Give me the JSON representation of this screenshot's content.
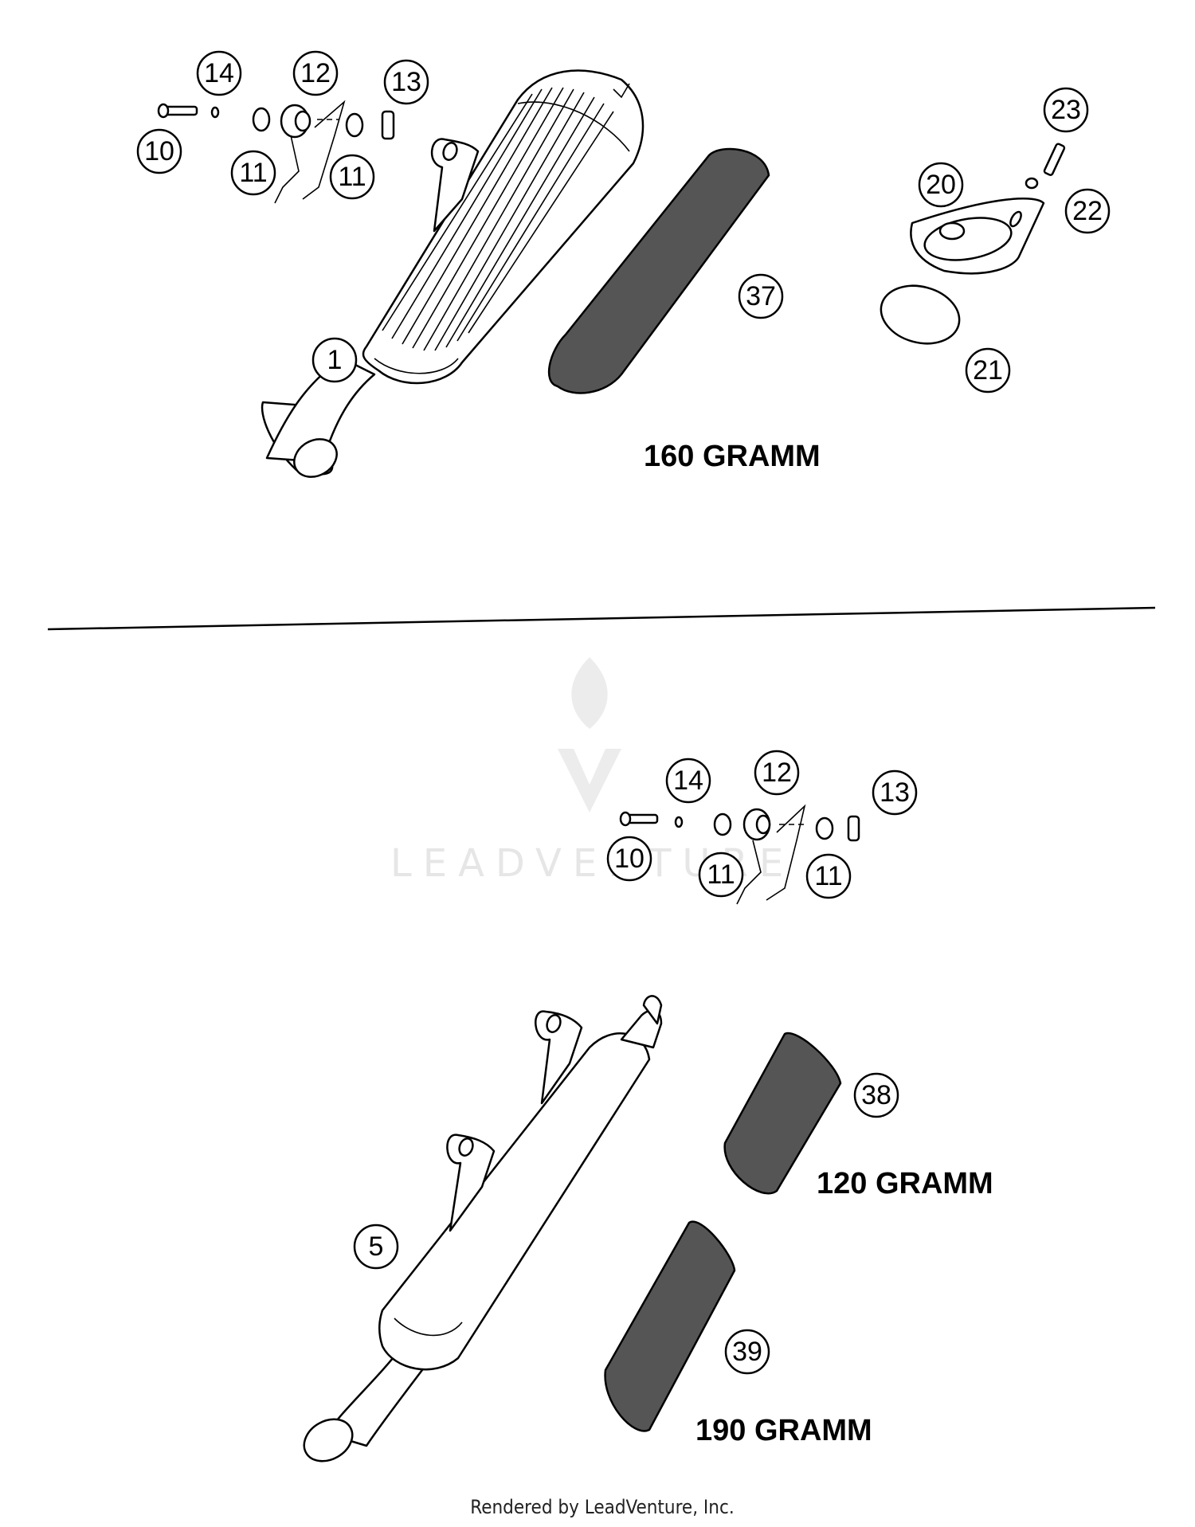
{
  "callouts": {
    "top_14": "14",
    "top_12": "12",
    "top_13": "13",
    "top_10": "10",
    "top_11a": "11",
    "top_11b": "11",
    "top_1": "1",
    "top_37": "37",
    "top_20": "20",
    "top_21": "21",
    "top_22": "22",
    "top_23": "23",
    "bot_14": "14",
    "bot_12": "12",
    "bot_13": "13",
    "bot_10": "10",
    "bot_11a": "11",
    "bot_11b": "11",
    "bot_5": "5",
    "bot_38": "38",
    "bot_39": "39"
  },
  "weights": {
    "packing_37": "160 GRAMM",
    "packing_38": "120 GRAMM",
    "packing_39": "190 GRAMM"
  },
  "watermark": {
    "brand": "LEADVENTURE"
  },
  "footer": {
    "credit": "Rendered by LeadVenture, Inc."
  }
}
